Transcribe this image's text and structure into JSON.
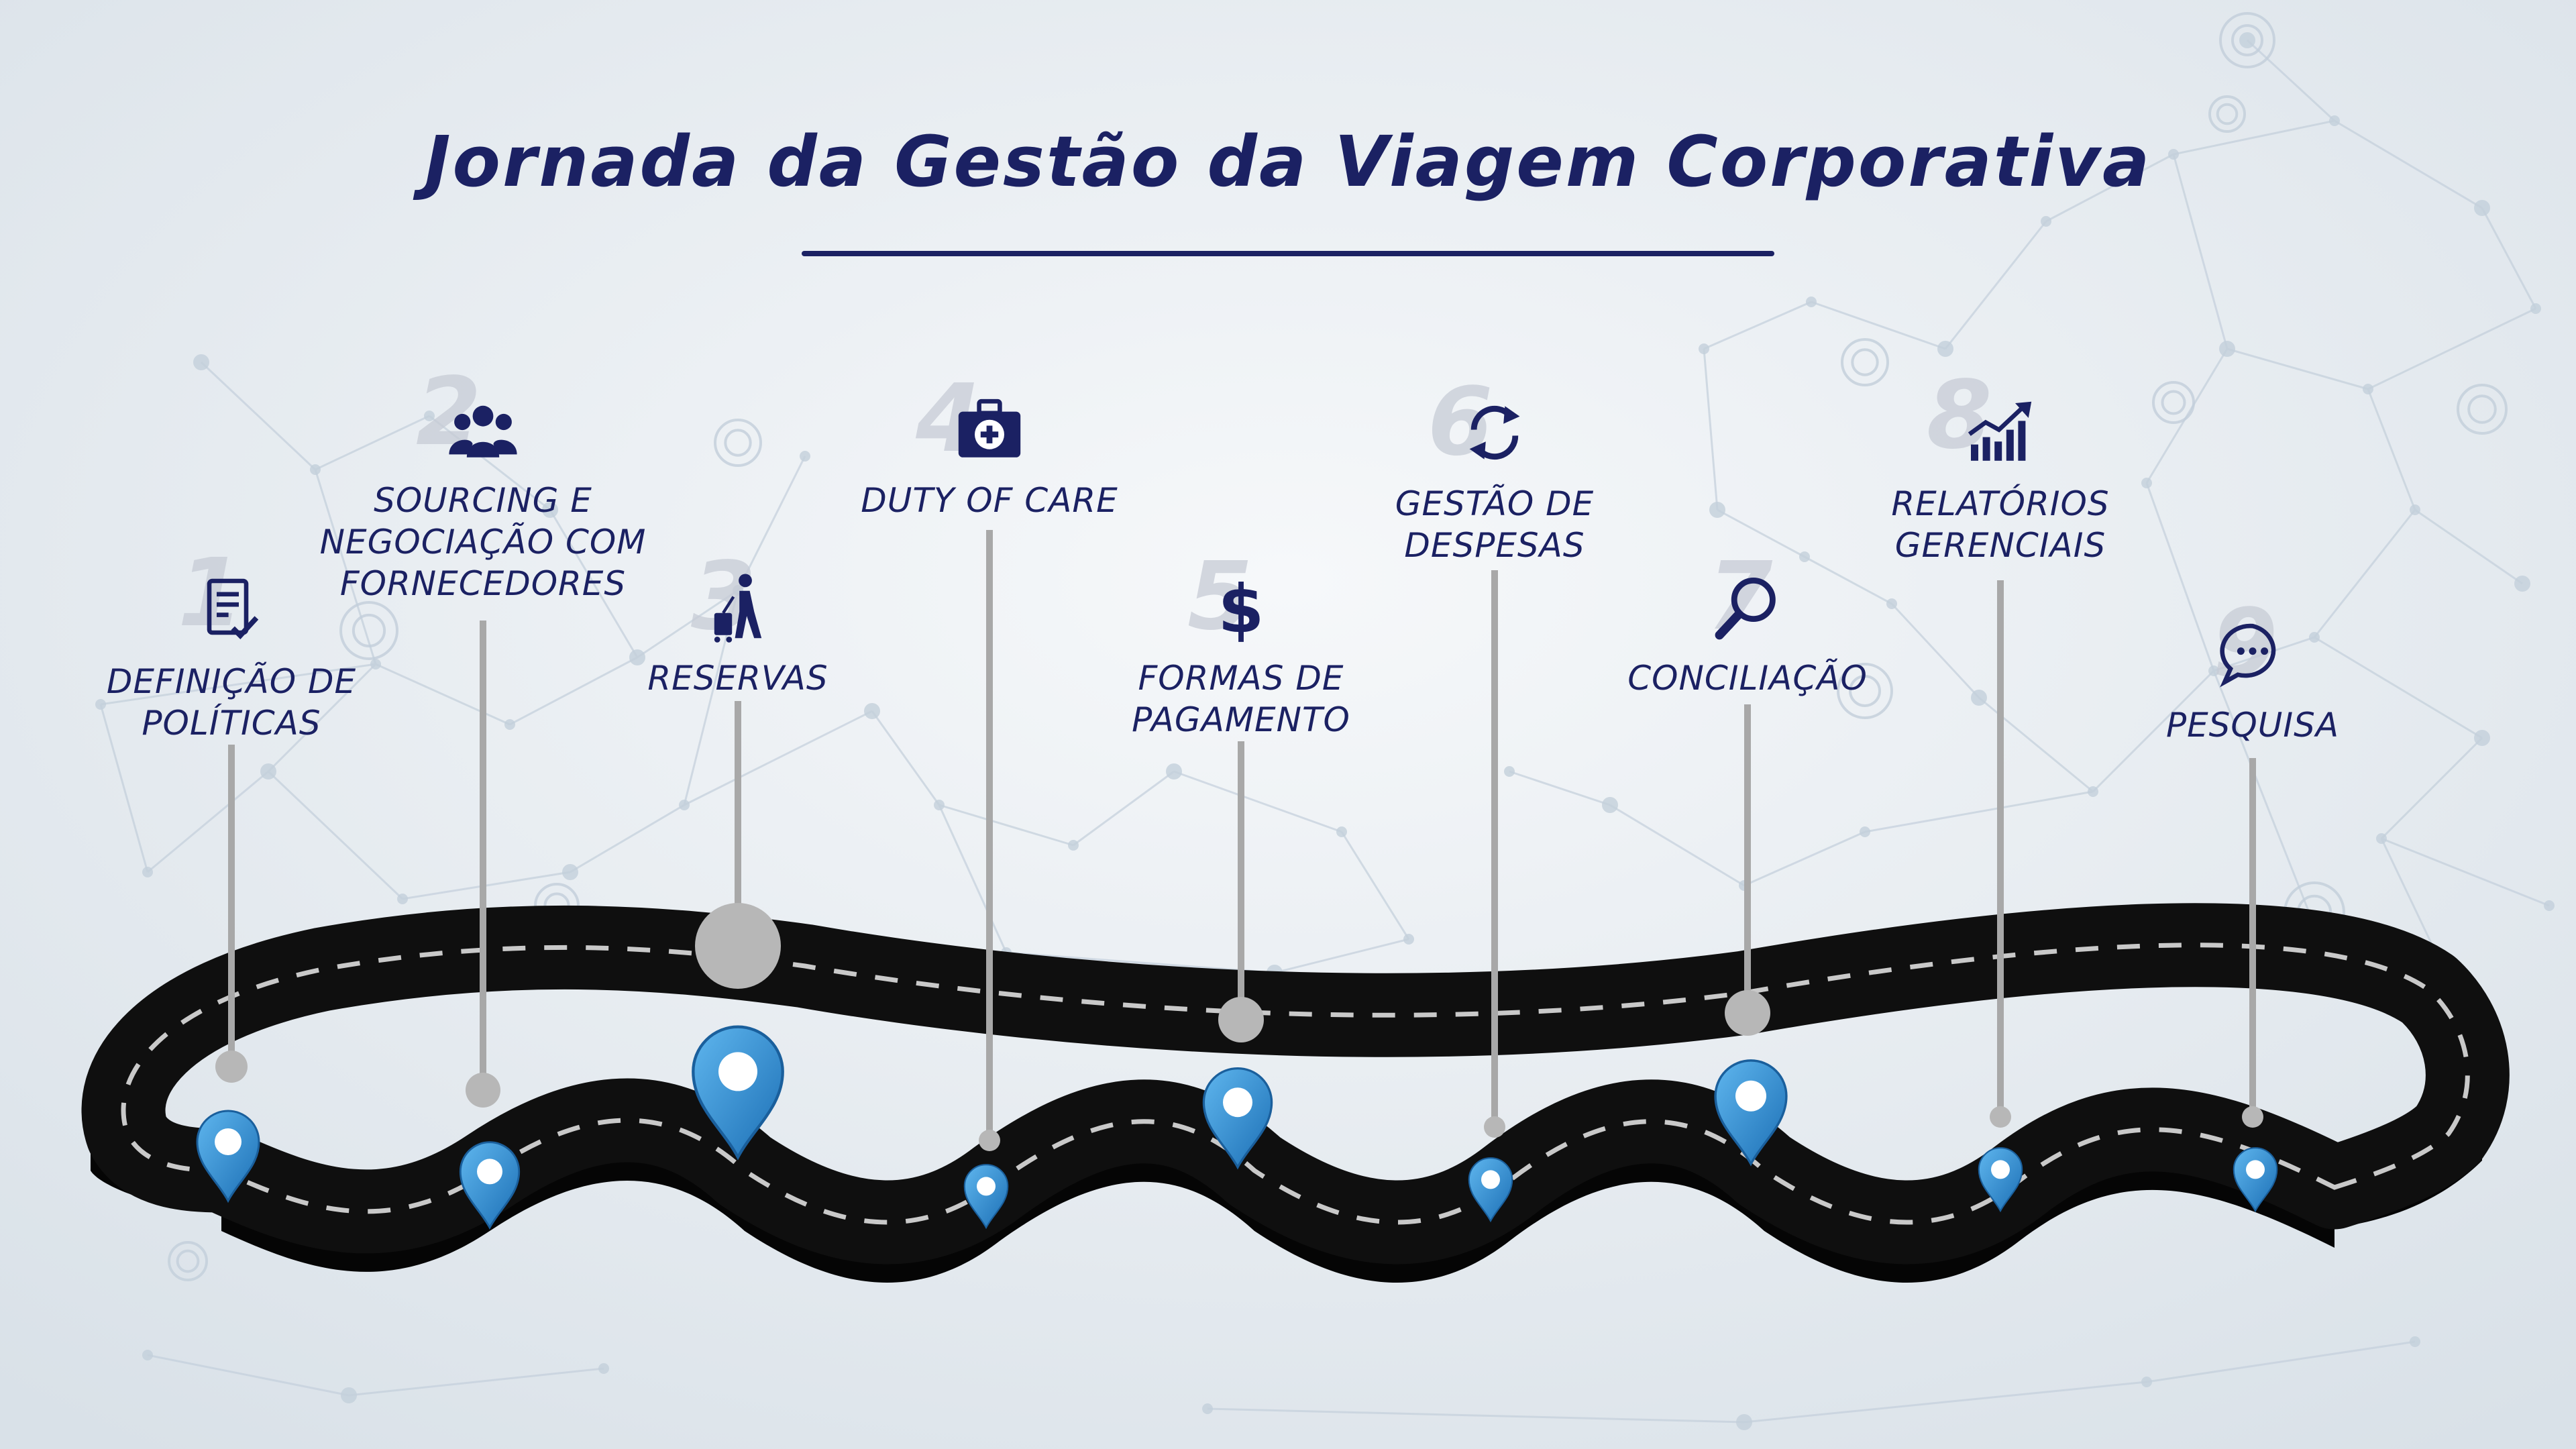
{
  "title": "Jornada da Gestão da Viagem Corporativa",
  "colors": {
    "navy": "#1b2163",
    "pin_blue": "#2f8fd6",
    "pole_gray": "#a8a8a8",
    "road": "#0d0d0d",
    "background": "#e4eaef"
  },
  "steps": [
    {
      "number": "1",
      "icon": "document-check-icon",
      "label": [
        "DEFINIÇÃO DE",
        "POLÍTICAS"
      ]
    },
    {
      "number": "2",
      "icon": "people-group-icon",
      "label": [
        "SOURCING E",
        "NEGOCIAÇÃO COM",
        "FORNECEDORES"
      ]
    },
    {
      "number": "3",
      "icon": "traveler-luggage-icon",
      "label": [
        "RESERVAS"
      ]
    },
    {
      "number": "4",
      "icon": "first-aid-kit-icon",
      "label": [
        "DUTY OF CARE"
      ]
    },
    {
      "number": "5",
      "icon": "dollar-sign-icon",
      "label": [
        "FORMAS DE",
        "PAGAMENTO"
      ]
    },
    {
      "number": "6",
      "icon": "refresh-arrows-icon",
      "label": [
        "GESTÃO DE",
        "DESPESAS"
      ]
    },
    {
      "number": "7",
      "icon": "magnifier-icon",
      "label": [
        "CONCILIAÇÃO"
      ]
    },
    {
      "number": "8",
      "icon": "growth-chart-icon",
      "label": [
        "RELATÓRIOS",
        "GERENCIAIS"
      ]
    },
    {
      "number": "9",
      "icon": "chat-bubble-icon",
      "label": [
        "PESQUISA"
      ]
    }
  ]
}
